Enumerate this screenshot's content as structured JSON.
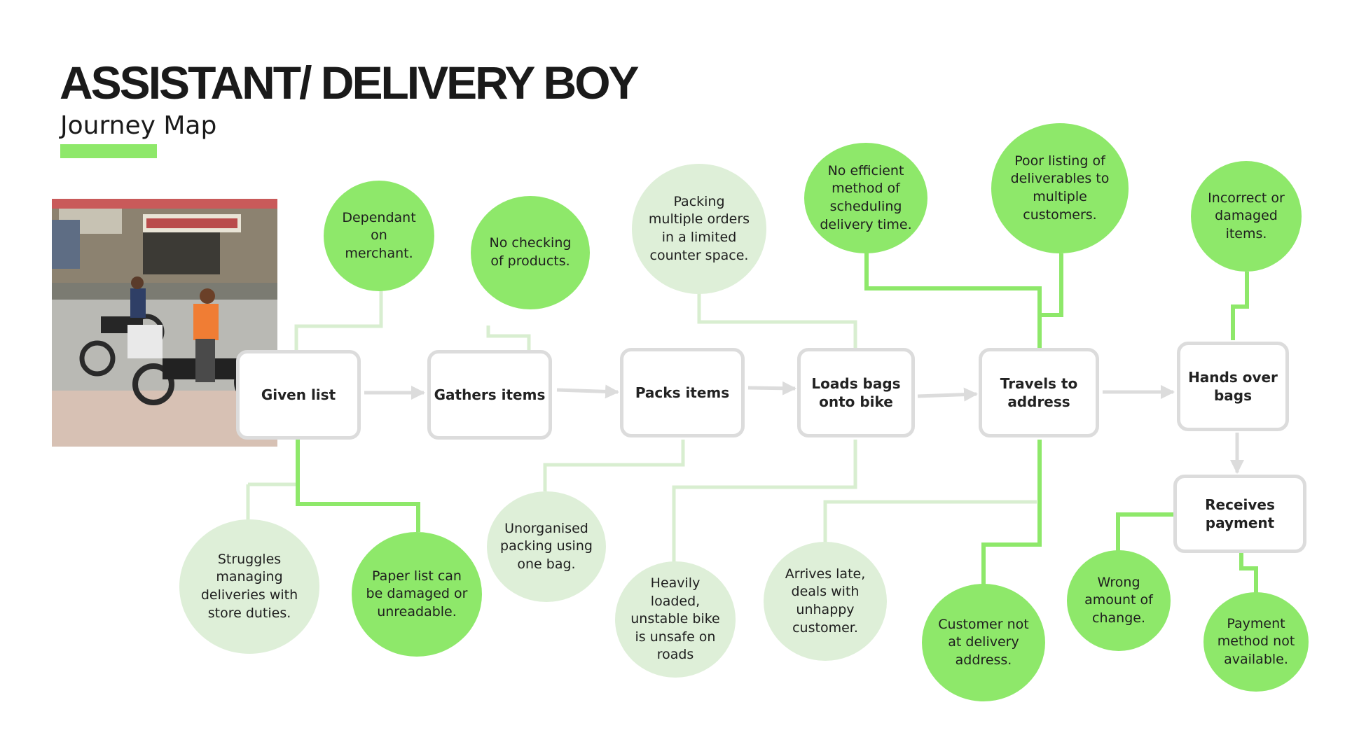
{
  "header": {
    "title": "ASSISTANT/ DELIVERY BOY",
    "subtitle": "Journey Map"
  },
  "colors": {
    "accent": "#8ee86a",
    "pain_major": "#8ee86a",
    "pain_minor": "#deefd8",
    "step_border": "#dcdcdc"
  },
  "photo": {
    "icon": "street-scene-photo"
  },
  "steps": [
    {
      "id": "given-list",
      "label": "Given list"
    },
    {
      "id": "gathers-items",
      "label": "Gathers items"
    },
    {
      "id": "packs-items",
      "label": "Packs items"
    },
    {
      "id": "loads-bags",
      "label": "Loads bags onto bike"
    },
    {
      "id": "travels",
      "label": "Travels to address"
    },
    {
      "id": "hands-over",
      "label": "Hands over bags"
    },
    {
      "id": "receives-payment",
      "label": "Receives payment"
    }
  ],
  "pain_points": [
    {
      "id": "dependant-merchant",
      "text": "Dependant on merchant.",
      "severity": "major",
      "step": "given-list"
    },
    {
      "id": "no-checking",
      "text": "No checking of products.",
      "severity": "major",
      "step": "gathers-items"
    },
    {
      "id": "packing-space",
      "text": "Packing multiple orders in a limited counter space.",
      "severity": "minor",
      "step": "loads-bags"
    },
    {
      "id": "no-scheduling",
      "text": "No efficient method of scheduling delivery time.",
      "severity": "major",
      "step": "travels"
    },
    {
      "id": "poor-listing",
      "text": "Poor listing of deliverables to multiple customers.",
      "severity": "major",
      "step": "travels"
    },
    {
      "id": "incorrect-items",
      "text": "Incorrect or damaged items.",
      "severity": "major",
      "step": "hands-over"
    },
    {
      "id": "struggles",
      "text": "Struggles managing deliveries with store duties.",
      "severity": "minor",
      "step": "given-list"
    },
    {
      "id": "paper-list",
      "text": "Paper list can be damaged or unreadable.",
      "severity": "major",
      "step": "given-list"
    },
    {
      "id": "unorganised",
      "text": "Unorganised packing using one bag.",
      "severity": "minor",
      "step": "packs-items"
    },
    {
      "id": "heavily-loaded",
      "text": "Heavily loaded, unstable bike is unsafe on roads",
      "severity": "minor",
      "step": "loads-bags"
    },
    {
      "id": "arrives-late",
      "text": "Arrives late, deals with unhappy customer.",
      "severity": "minor",
      "step": "travels"
    },
    {
      "id": "customer-absent",
      "text": "Customer not at delivery address.",
      "severity": "major",
      "step": "travels"
    },
    {
      "id": "wrong-change",
      "text": "Wrong amount of change.",
      "severity": "major",
      "step": "receives-payment"
    },
    {
      "id": "payment-method",
      "text": "Payment method not available.",
      "severity": "major",
      "step": "receives-payment"
    }
  ]
}
